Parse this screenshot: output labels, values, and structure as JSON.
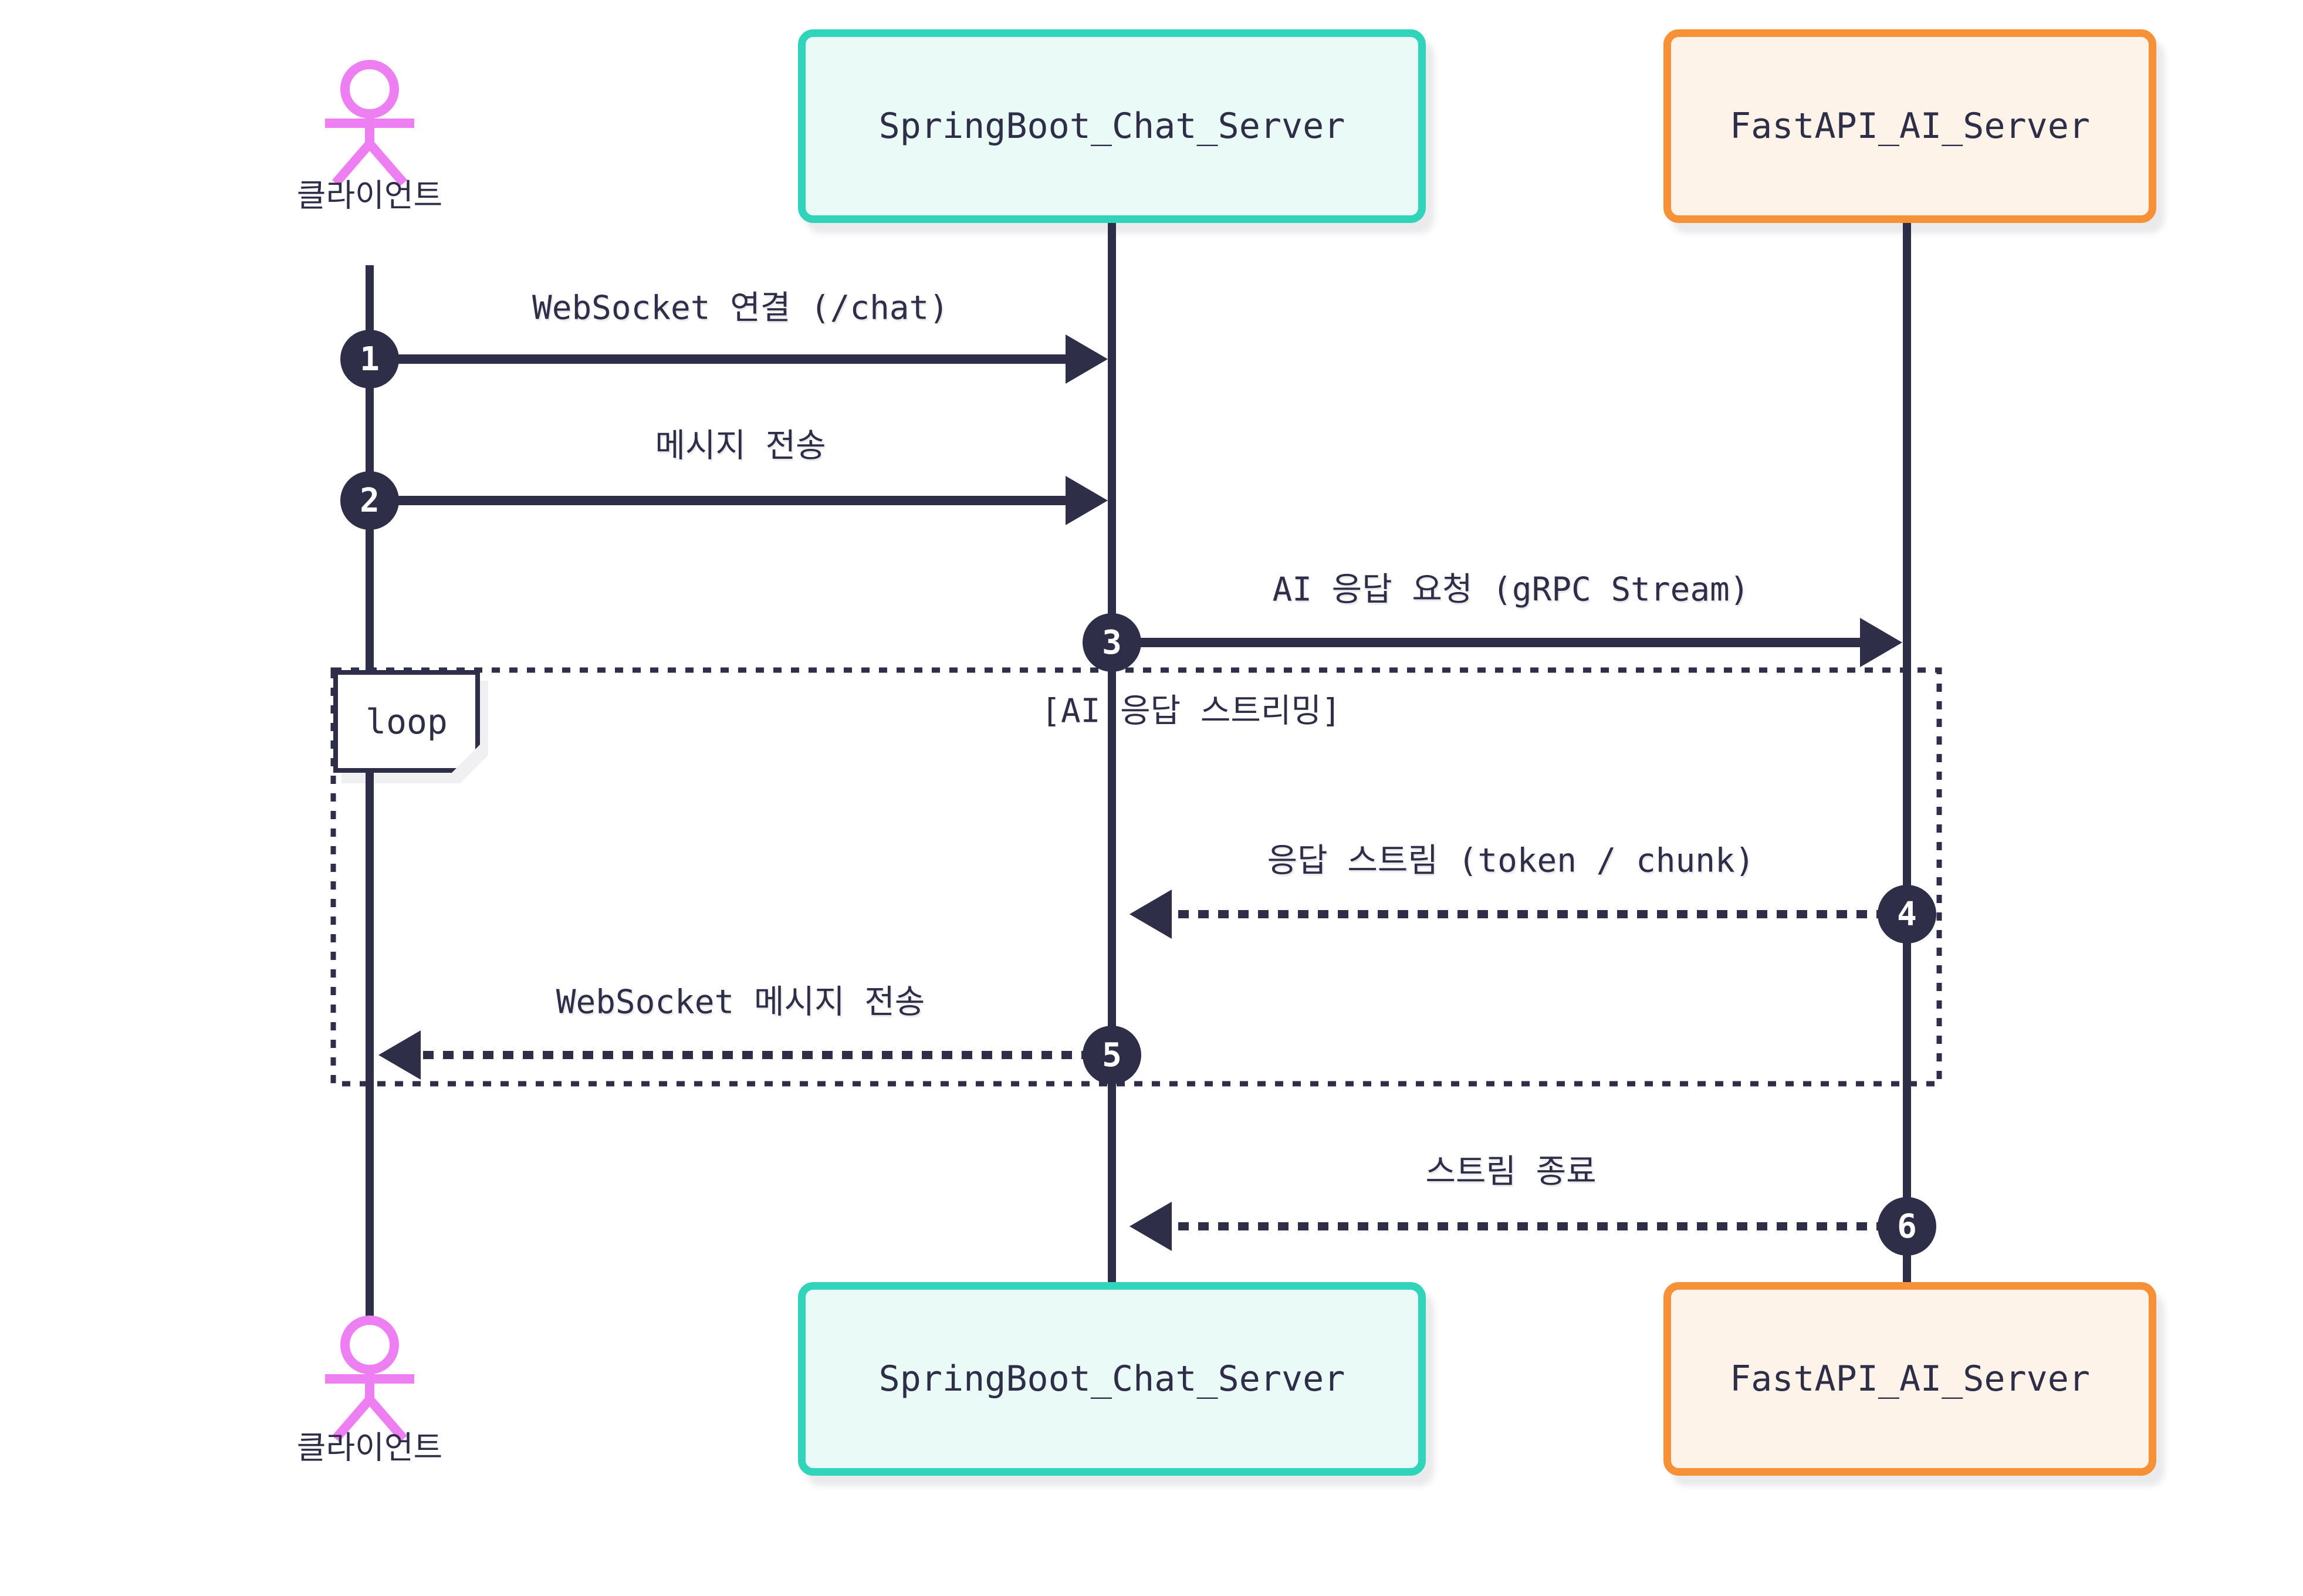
{
  "canvas": {
    "background": "#ffffff"
  },
  "palette": {
    "line": "#2e2e48",
    "text": "#2e2e48",
    "actor_stroke": "#ee7ff2",
    "teal_border": "#2fd4ba",
    "teal_fill": "#eafaf7",
    "orange_border": "#f79138",
    "orange_fill": "#fdf3e8",
    "number_bg": "#2e2e48",
    "number_text": "#ffffff"
  },
  "actors": {
    "client": {
      "label": "클라이언트",
      "type": "actor"
    }
  },
  "participants": [
    {
      "id": "springboot",
      "label": "SpringBoot_Chat_Server"
    },
    {
      "id": "fastapi",
      "label": "FastAPI_AI_Server"
    }
  ],
  "messages": [
    {
      "number": "1",
      "label": "WebSocket 연결 (/chat)",
      "from": "클라이언트",
      "to": "SpringBoot_Chat_Server",
      "style": "solid"
    },
    {
      "number": "2",
      "label": "메시지 전송",
      "from": "클라이언트",
      "to": "SpringBoot_Chat_Server",
      "style": "solid"
    },
    {
      "number": "3",
      "label": "AI 응답 요청 (gRPC Stream)",
      "from": "SpringBoot_Chat_Server",
      "to": "FastAPI_AI_Server",
      "style": "solid"
    },
    {
      "number": "4",
      "label": "응답 스트림 (token / chunk)",
      "from": "FastAPI_AI_Server",
      "to": "SpringBoot_Chat_Server",
      "style": "dashed"
    },
    {
      "number": "5",
      "label": "WebSocket 메시지 전송",
      "from": "SpringBoot_Chat_Server",
      "to": "클라이언트",
      "style": "dashed"
    },
    {
      "number": "6",
      "label": "스트림 종료",
      "from": "FastAPI_AI_Server",
      "to": "SpringBoot_Chat_Server",
      "style": "dashed"
    }
  ],
  "loop": {
    "label": "loop",
    "condition": "[AI 응답 스트리밍]"
  }
}
